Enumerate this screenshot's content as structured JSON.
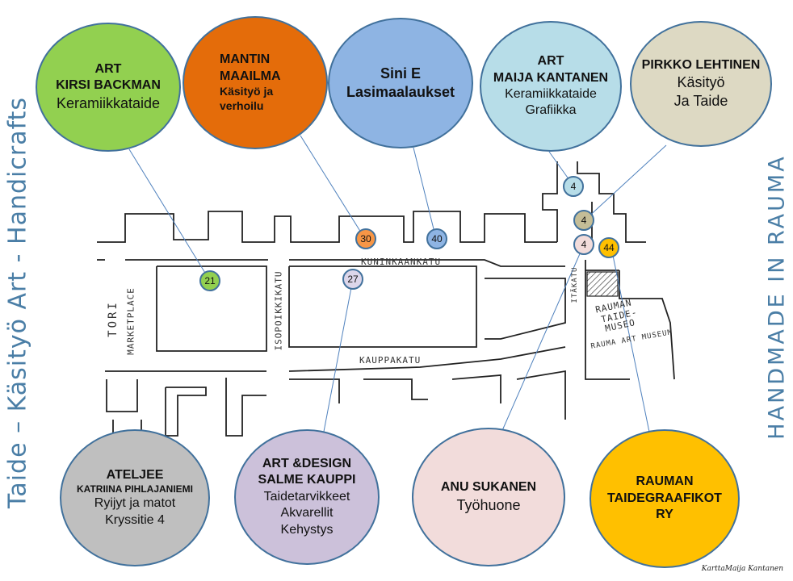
{
  "titles": {
    "left": "Taide – Käsityö   Art - Handicrafts",
    "right": "HANDMADE  IN  RAUMA"
  },
  "streets": {
    "kuninkaankatu": "KUNINKAANKATU",
    "kauppakatu": "KAUPPAKATU",
    "isopoikkikatu": "ISOPOIKKIKATU",
    "tori": "TORI",
    "marketplace": "MARKETPLACE",
    "itakatu": "ITÄKATU",
    "museum_line1": "RAUMAN",
    "museum_line2": "TAIDE-",
    "museum_line3": "MUSEO",
    "museum_en": "RAUMA ART MUSEUM"
  },
  "markers": {
    "m21": "21",
    "m30": "30",
    "m40": "40",
    "m27": "27",
    "m4a": "4",
    "m4b": "4",
    "m4c": "4",
    "m44": "44"
  },
  "artists": {
    "backman": {
      "line1": "ART",
      "line2": "KIRSI BACKMAN",
      "line3": "Keramiikkataide"
    },
    "mantin": {
      "line1": "MANTIN",
      "line2": "MAAILMA",
      "line3": "Käsityö  ja",
      "line4": "verhoilu"
    },
    "sini": {
      "line1": "Sini E",
      "line2": "Lasimaalaukset"
    },
    "kantanen": {
      "line1": "ART",
      "line2": "MAIJA KANTANEN",
      "line3": "Keramiikkataide",
      "line4": "Grafiikka"
    },
    "lehtinen": {
      "line1": "PIRKKO  LEHTINEN",
      "line2": "Käsityö",
      "line3": "Ja Taide"
    },
    "pihlajaniemi": {
      "line1": "ATELJEE",
      "line2": "KATRIINA PIHLAJANIEMI",
      "line3": "Ryijyt ja matot",
      "line4": "Kryssitie 4"
    },
    "kauppi": {
      "line1": "ART &DESIGN",
      "line2": "SALME KAUPPI",
      "line3": "Taidetarvikkeet",
      "line4": "Akvarellit",
      "line5": "Kehystys"
    },
    "sukanen": {
      "line1": "ANU SUKANEN",
      "line2": "Työhuone"
    },
    "taidegraafikot": {
      "line1": "RAUMAN",
      "line2": "TAIDEGRAAFIKOT",
      "line3": "RY"
    }
  },
  "credit": "KarttaMaija Kantanen",
  "colors": {
    "title_blue": "#4a7ea6",
    "backman": "#92d050",
    "mantin": "#e46c0a",
    "sini": "#8eb4e3",
    "kantanen": "#b7dde8",
    "lehtinen": "#ddd9c3",
    "pihlajaniemi": "#bfbfbf",
    "kauppi": "#ccc1da",
    "sukanen": "#f2dcdb",
    "taidegraafikot": "#ffc000",
    "marker_lehtinen": "#c4bd97",
    "connector": "#4f81bd",
    "street_line": "#222222"
  }
}
